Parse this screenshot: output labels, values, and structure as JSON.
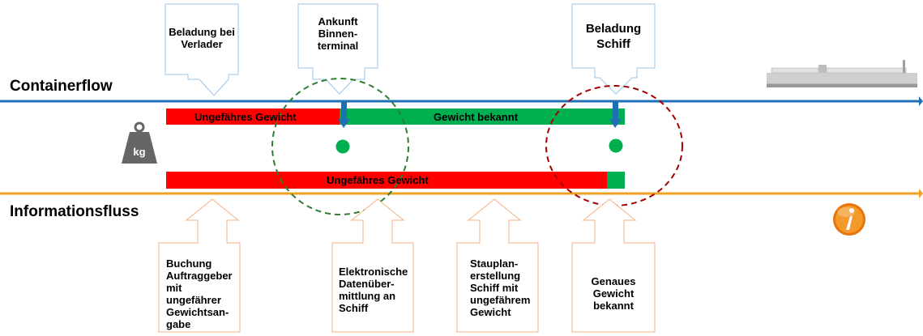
{
  "title": "Containerflow",
  "info_flow_label": "Informationsfluss",
  "weight_icon_text": "kg",
  "colors": {
    "container_line": "#1f6fb5",
    "info_line": "#f0a020",
    "approx": "#ff0000",
    "known": "#00b050",
    "blue_callout": "#9dc3e6",
    "orange_callout": "#f4b183",
    "green_circle": "#2e7d32",
    "red_circle": "#a50000"
  },
  "bars": {
    "top_approx": "Ungefähres Gewicht",
    "top_known": "Gewicht bekannt",
    "bottom_approx": "Ungefähres Gewicht"
  },
  "top_callouts": [
    {
      "text": "Beladung bei\nVerlader"
    },
    {
      "text": "Ankunft\nBinnen-\nterminal"
    },
    {
      "text": "Beladung\nSchiff"
    }
  ],
  "bottom_callouts": [
    {
      "text": "Buchung\nAuftraggeber\nmit ungefährer\nGewichtsan-\ngabe"
    },
    {
      "text": "Elektronische\nDatenüber-\nmittlung an\nSchiff"
    },
    {
      "text": "Stauplan-\nerstellung\nSchiff mit\nungefährem\nGewicht"
    },
    {
      "text": "Genaues\nGewicht\nbekannt"
    }
  ]
}
